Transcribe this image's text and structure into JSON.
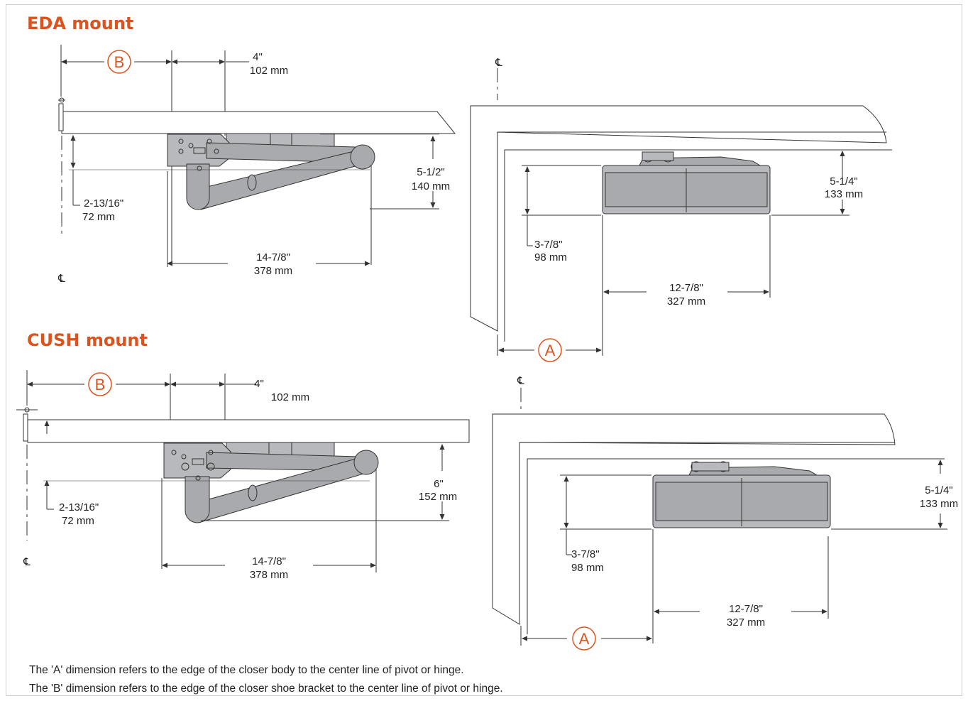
{
  "colors": {
    "accent": "#d9541e",
    "line": "#333333",
    "closer_fill": "#b8b9bc",
    "closer_dark": "#8f9094",
    "arm_fill": "#a9aaad"
  },
  "sections": [
    {
      "title": "EDA mount",
      "b_label": "B",
      "a_label": "A",
      "centerline_symbol": "℄",
      "arm_view": {
        "shoe_in": "4\"",
        "shoe_mm": "102 mm",
        "height_in": "5-1/2\"",
        "height_mm": "140 mm",
        "offset_in": "2-13/16\"",
        "offset_mm": "72 mm",
        "length_in": "14-7/8\"",
        "length_mm": "378 mm"
      },
      "body_view": {
        "height_in": "5-1/4\"",
        "height_mm": "133 mm",
        "body_in": "3-7/8\"",
        "body_mm": "98 mm",
        "length_in": "12-7/8\"",
        "length_mm": "327 mm"
      }
    },
    {
      "title": "CUSH mount",
      "b_label": "B",
      "a_label": "A",
      "centerline_symbol": "℄",
      "arm_view": {
        "shoe_in": "4\"",
        "shoe_mm": "102 mm",
        "height_in": "6\"",
        "height_mm": "152 mm",
        "offset_in": "2-13/16\"",
        "offset_mm": "72 mm",
        "length_in": "14-7/8\"",
        "length_mm": "378 mm"
      },
      "body_view": {
        "height_in": "5-1/4\"",
        "height_mm": "133 mm",
        "body_in": "3-7/8\"",
        "body_mm": "98 mm",
        "length_in": "12-7/8\"",
        "length_mm": "327 mm"
      }
    }
  ],
  "notes": [
    "The 'A' dimension refers to the edge of the closer body to the center line of pivot or hinge.",
    "The 'B' dimension refers to the edge of the closer shoe bracket to the center line of pivot or hinge."
  ]
}
